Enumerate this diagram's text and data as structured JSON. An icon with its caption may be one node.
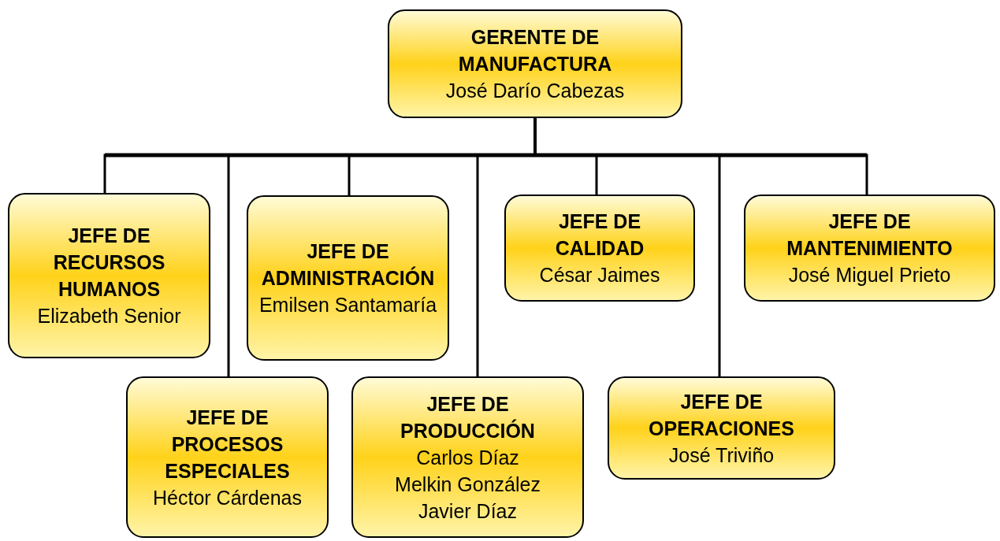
{
  "diagram": {
    "nodes": [
      {
        "text": [
          "GERENTE DE MANUFACTURA",
          "José Darío Cabezas"
        ]
      },
      {
        "text": [
          "JEFE DE RECURSOS HUMANOS",
          "Elizabeth Senior"
        ]
      },
      {
        "text": [
          "JEFE DE ADMINISTRACIÓN",
          "Emilsen Santamaría"
        ]
      },
      {
        "text": [
          "JEFE DE CALIDAD",
          "César Jaimes"
        ]
      },
      {
        "text": [
          "JEFE DE MANTENIMIENTO",
          "José Miguel Prieto"
        ]
      },
      {
        "text": [
          "JEFE DE PROCESOS ESPECIALES",
          "Héctor Cárdenas"
        ]
      },
      {
        "text": [
          "JEFE DE PRODUCCIÓN",
          "Carlos Díaz",
          "Melkin González",
          "Javier Díaz"
        ]
      },
      {
        "text": [
          "JEFE DE OPERACIONES",
          "José Triviño"
        ]
      }
    ],
    "edges": [
      {
        "from": 0,
        "to": 1,
        "arrow": "none"
      },
      {
        "from": 0,
        "to": 5,
        "arrow": "none"
      },
      {
        "from": 0,
        "to": 2,
        "arrow": "none"
      },
      {
        "from": 0,
        "to": 6,
        "arrow": "none"
      },
      {
        "from": 0,
        "to": 3,
        "arrow": "none"
      },
      {
        "from": 0,
        "to": 7,
        "arrow": "none"
      },
      {
        "from": 0,
        "to": 4,
        "arrow": "none"
      }
    ]
  }
}
